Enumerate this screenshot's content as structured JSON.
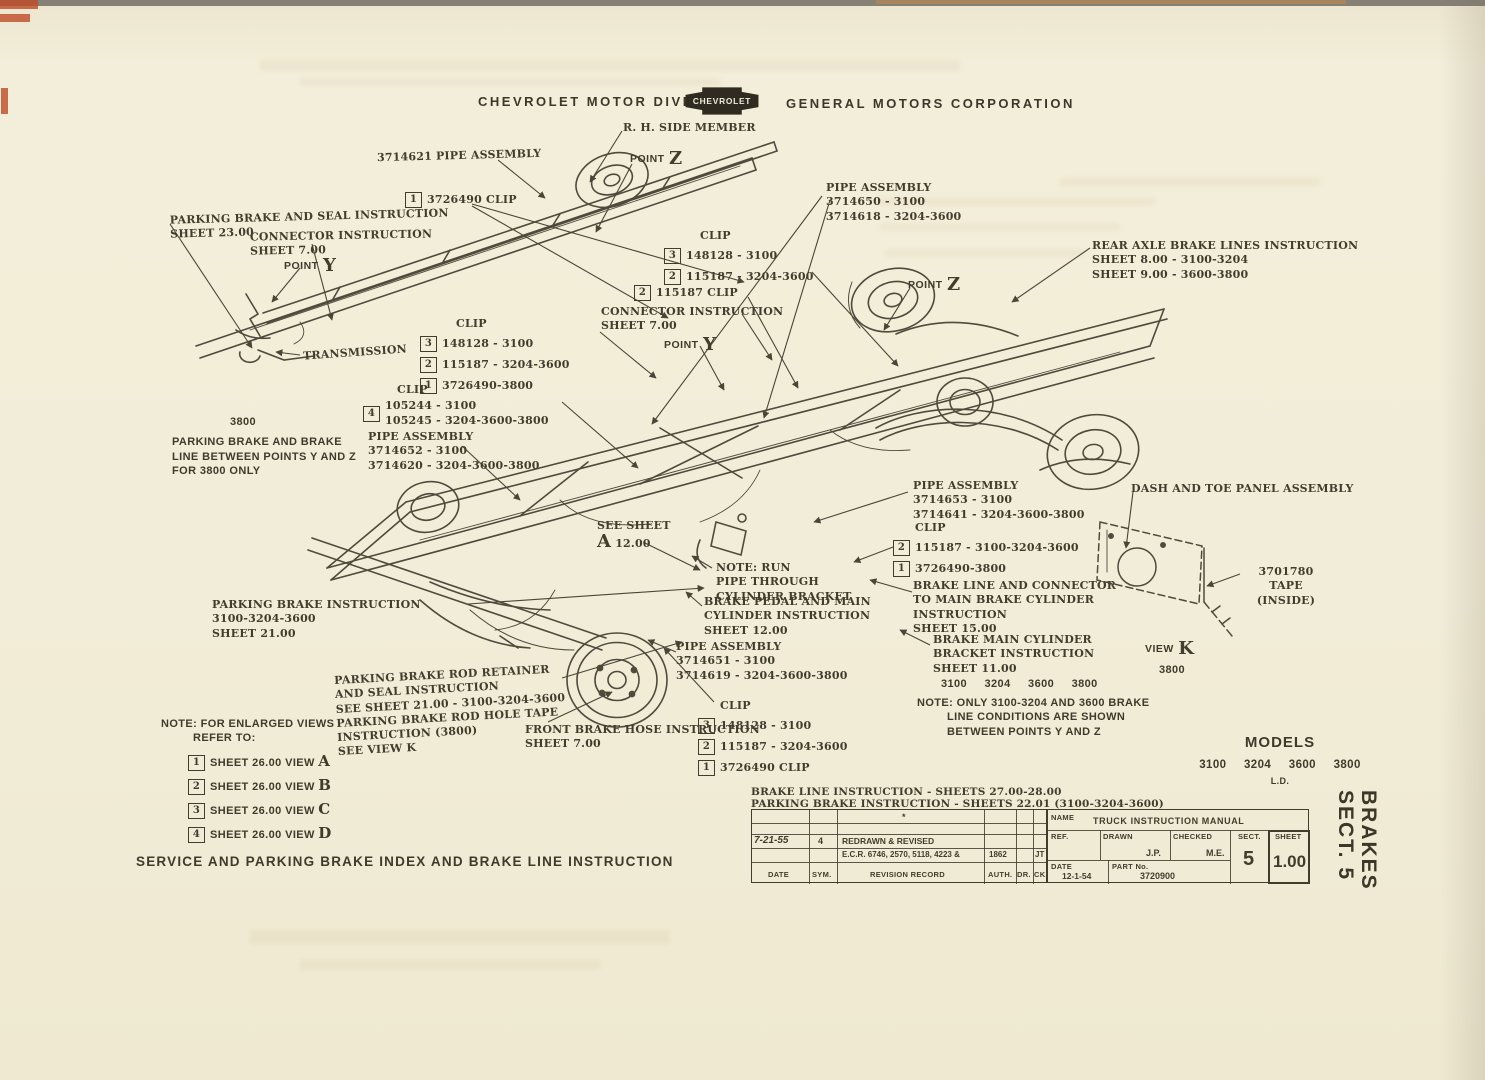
{
  "header": {
    "division": "CHEVROLET MOTOR DIVISION",
    "logo": "CHEVROLET",
    "corporation": "GENERAL MOTORS CORPORATION"
  },
  "callouts": {
    "rh_side_member": "R. H. SIDE MEMBER",
    "pipe_assembly_3714621": "3714621 PIPE ASSEMBLY",
    "point_z_top": {
      "word": "POINT",
      "letter": "Z"
    },
    "clip_3726490_top": {
      "num": "1",
      "text": "3726490 CLIP"
    },
    "parking_brake_seal": "PARKING BRAKE AND SEAL INSTRUCTION\nSHEET 23.00",
    "connector_1": "CONNECTOR INSTRUCTION\nSHEET 7.00",
    "point_y_left": {
      "word": "POINT",
      "letter": "Y"
    },
    "pipe_assembly_3714650": "PIPE ASSEMBLY\n3714650 - 3100\n3714618 - 3204-3600",
    "clip_group_a": {
      "title": "CLIP",
      "rows": [
        {
          "num": "3",
          "text": "148128 - 3100"
        },
        {
          "num": "2",
          "text": "115187 - 3204-3600"
        }
      ]
    },
    "clip_115187": {
      "num": "2",
      "text": "115187 CLIP"
    },
    "rear_axle": "REAR AXLE BRAKE LINES INSTRUCTION\nSHEET 8.00 - 3100-3204\nSHEET 9.00 - 3600-3800",
    "connector_2": "CONNECTOR INSTRUCTION\nSHEET 7.00",
    "point_y_mid": {
      "word": "POINT",
      "letter": "Y"
    },
    "point_z_mid": {
      "word": "POINT",
      "letter": "Z"
    },
    "clip_group_b": {
      "title": "CLIP",
      "rows": [
        {
          "num": "3",
          "text": "148128 - 3100"
        },
        {
          "num": "2",
          "text": "115187 - 3204-3600"
        },
        {
          "num": "1",
          "text": "3726490-3800"
        }
      ]
    },
    "clip_group_c": {
      "title": "CLIP",
      "num": "4",
      "text": "105244 - 3100\n105245 - 3204-3600-3800"
    },
    "transmission": "TRANSMISSION",
    "note_3800": {
      "title": "3800",
      "body": "PARKING BRAKE AND BRAKE\nLINE BETWEEN POINTS Y AND Z\nFOR 3800 ONLY"
    },
    "pipe_assembly_3714652": "PIPE ASSEMBLY\n3714652 - 3100\n3714620 - 3204-3600-3800",
    "pipe_assembly_3714653": "PIPE ASSEMBLY\n3714653 - 3100\n3714641 - 3204-3600-3800",
    "dash_toe_panel": "DASH AND TOE PANEL ASSEMBLY",
    "see_sheet_a": {
      "line1": "SEE SHEET",
      "letter": "A",
      "sheet": "12.00"
    },
    "clip_group_d": {
      "title": "CLIP",
      "rows": [
        {
          "num": "2",
          "text": "115187 - 3100-3204-3600"
        },
        {
          "num": "1",
          "text": "3726490-3800"
        }
      ]
    },
    "note_run": "NOTE: RUN\nPIPE THROUGH\nCYLINDER BRACKET",
    "brake_line_connector": "BRAKE LINE AND CONNECTOR\nTO MAIN BRAKE CYLINDER\nINSTRUCTION\nSHEET 15.00",
    "tape_inside": "3701780 TAPE\n(INSIDE)",
    "brake_pedal": "BRAKE PEDAL AND MAIN\nCYLINDER INSTRUCTION\nSHEET 12.00",
    "parking_brake_instruction": "PARKING BRAKE INSTRUCTION\n3100-3204-3600\nSHEET 21.00",
    "brake_main_cylinder": "BRAKE MAIN CYLINDER\nBRACKET INSTRUCTION\nSHEET 11.00",
    "view_k": {
      "word": "VIEW",
      "letter": "K",
      "model": "3800"
    },
    "pipe_assembly_3714651": "PIPE ASSEMBLY\n3714651 - 3100\n3714619 - 3204-3600-3800",
    "models_mid": "3100 3204 3600 3800",
    "parking_rod": "PARKING BRAKE ROD RETAINER\nAND SEAL INSTRUCTION\nSEE SHEET 21.00 - 3100-3204-3600\nPARKING BRAKE ROD HOLE TAPE\nINSTRUCTION (3800)\nSEE VIEW K",
    "note_only": {
      "lines": [
        "NOTE: ONLY 3100-3204 AND 3600 BRAKE",
        "LINE CONDITIONS ARE SHOWN",
        "BETWEEN POINTS Y AND Z"
      ]
    },
    "clip_group_e": {
      "title": "CLIP",
      "rows": [
        {
          "num": "3",
          "text": "148128 - 3100"
        },
        {
          "num": "2",
          "text": "115187 - 3204-3600"
        },
        {
          "num": "1",
          "text": "3726490 CLIP"
        }
      ]
    },
    "front_brake_hose": "FRONT BRAKE HOSE INSTRUCTION\nSHEET 7.00",
    "note_enlarged": {
      "line1": "NOTE: FOR ENLARGED VIEWS",
      "line2": "REFER TO:",
      "rows": [
        {
          "num": "1",
          "text": "SHEET 26.00 VIEW",
          "letter": "A"
        },
        {
          "num": "2",
          "text": "SHEET 26.00 VIEW",
          "letter": "B"
        },
        {
          "num": "3",
          "text": "SHEET 26.00 VIEW",
          "letter": "C"
        },
        {
          "num": "4",
          "text": "SHEET 26.00 VIEW",
          "letter": "D"
        }
      ]
    },
    "models_block": {
      "title": "MODELS",
      "values": "3100 3204 3600 3800",
      "sub": "L.D."
    }
  },
  "footer": {
    "index_title": "SERVICE AND PARKING BRAKE INDEX AND BRAKE LINE INSTRUCTION",
    "above_table_line1": "BRAKE LINE INSTRUCTION - SHEETS 27.00-28.00",
    "above_table_line2": "PARKING BRAKE INSTRUCTION - SHEETS 22.01 (3100-3204-3600)"
  },
  "title_block": {
    "left": {
      "star": "*",
      "rev_date": "7-21-55",
      "rev_sym": "4",
      "rev_record1": "REDRAWN & REVISED",
      "rev_record2": "E.C.R. 6746, 2570, 5118, 4223 &",
      "rev_auth": "1862",
      "rev_ck": "JT",
      "headers": {
        "date": "DATE",
        "sym": "SYM.",
        "record": "REVISION RECORD",
        "auth": "AUTH.",
        "dr": "DR.",
        "ck": "CK."
      }
    },
    "right": {
      "name_label": "NAME",
      "name_value": "TRUCK INSTRUCTION MANUAL",
      "ref_label": "REF.",
      "drawn_label": "DRAWN",
      "drawn_value": "J.P.",
      "checked_label": "CHECKED",
      "checked_value": "M.E.",
      "sect_label": "SECT.",
      "sect_value": "5",
      "sheet_label": "SHEET",
      "sheet_value": "1.00",
      "date_label": "DATE",
      "date_value": "12-1-54",
      "part_label": "PART No.",
      "part_value": "3720900"
    }
  },
  "side_tab": {
    "line1": "BRAKES",
    "line2": "SECT. 5"
  }
}
